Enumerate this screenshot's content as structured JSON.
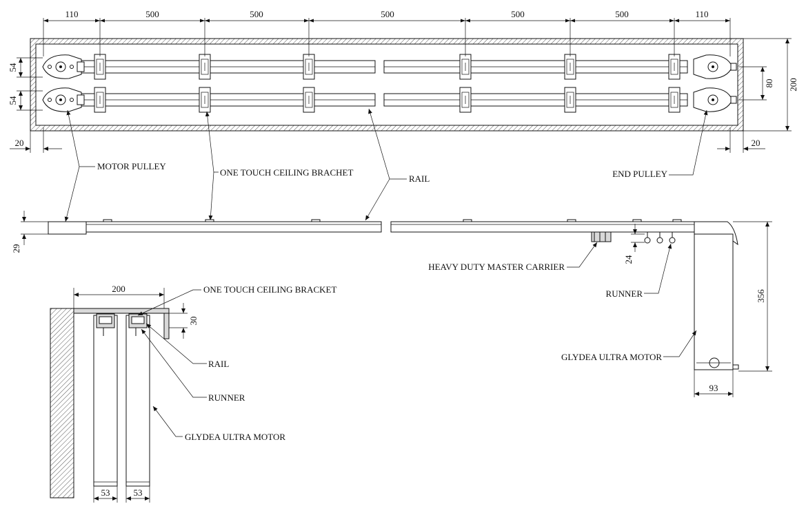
{
  "dimensions": {
    "top_spans": [
      "110",
      "500",
      "500",
      "500",
      "500",
      "500",
      "110"
    ],
    "left_rail_gap_1": "54",
    "left_rail_gap_2": "54",
    "right_inner": "80",
    "right_total": "200",
    "left_margin": "20",
    "right_margin": "20",
    "side_height": "29",
    "carrier_drop": "24",
    "motor_height": "356",
    "motor_width": "93",
    "section_width": "200",
    "section_bracket_h": "30",
    "section_motor_w1": "53",
    "section_motor_w2": "53"
  },
  "labels": {
    "motor_pulley": "MOTOR PULLEY",
    "ceiling_brachet": "ONE TOUCH CEILING BRACHET",
    "rail_top": "RAIL",
    "end_pulley": "END PULLEY",
    "master_carrier": "HEAVY DUTY MASTER CARRIER",
    "runner_side": "RUNNER",
    "motor_side": "GLYDEA ULTRA MOTOR",
    "ceiling_bracket": "ONE TOUCH CEILING BRACKET",
    "rail_section": "RAIL",
    "runner_section": "RUNNER",
    "motor_section": "GLYDEA ULTRA MOTOR"
  }
}
